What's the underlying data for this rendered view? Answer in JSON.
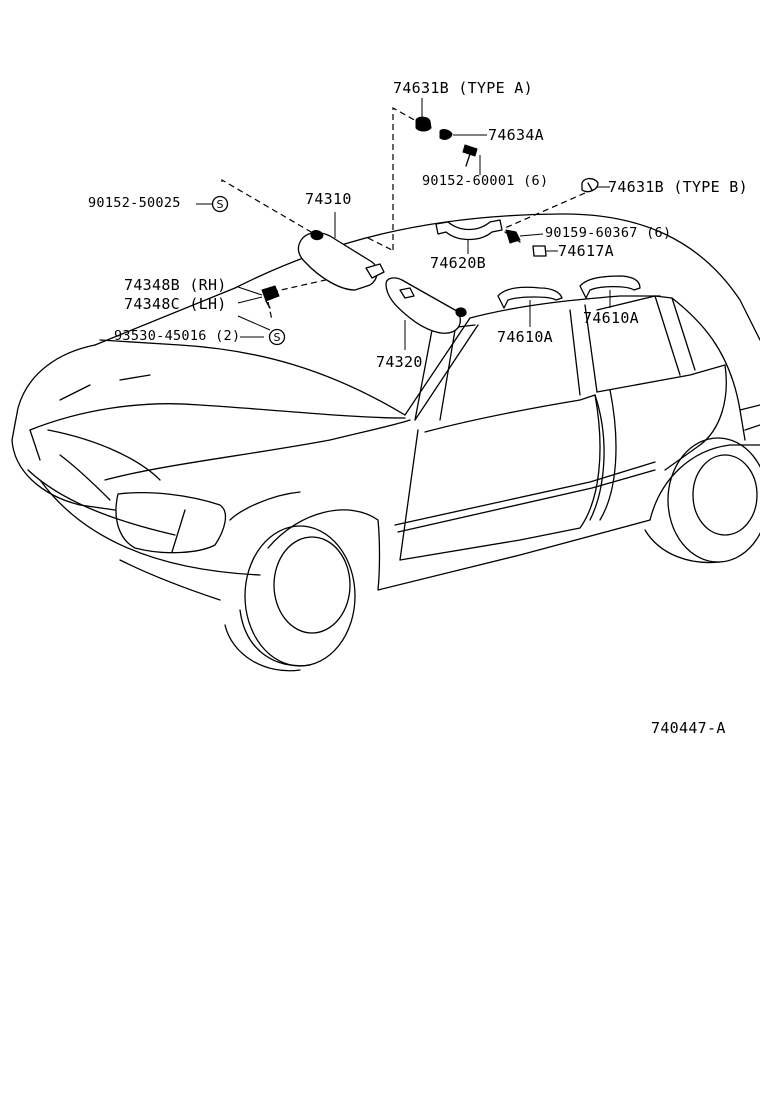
{
  "diagram_code": "740447-A",
  "callouts": {
    "p74631B_a": "74631B (TYPE  A)",
    "p74634A": "74634A",
    "p90152_60001": "90152-60001 (6)",
    "p74631B_b": "74631B (TYPE  B)",
    "p90152_50025": "90152-50025",
    "p74310": "74310",
    "p90159_60367": "90159-60367 (6)",
    "p74617A": "74617A",
    "p74620B": "74620B",
    "p74348B": "74348B (RH)",
    "p74348C": "74348C (LH)",
    "p74610A_1": "74610A",
    "p74610A_2": "74610A",
    "p93530_45016": "93530-45016 (2)",
    "p74320": "74320"
  },
  "symbols": {
    "standard_part": "S"
  }
}
